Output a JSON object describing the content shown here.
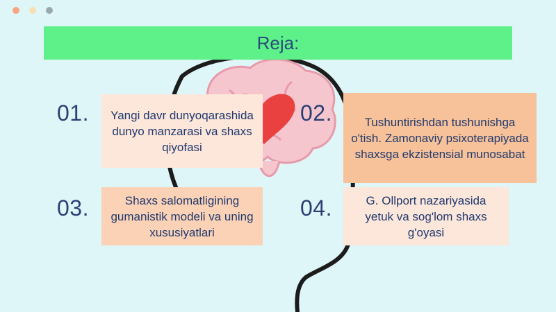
{
  "window": {
    "dots": [
      {
        "name": "close-dot",
        "color": "#f7a483"
      },
      {
        "name": "minimize-dot",
        "color": "#f6dfb3"
      },
      {
        "name": "zoom-dot",
        "color": "#9aa9b0"
      }
    ]
  },
  "slide": {
    "title": "Reja:",
    "items": [
      {
        "number": "01.",
        "text": "Yangi davr dunyoqarashida dunyo manzarasi va shaxs qiyofasi"
      },
      {
        "number": "02.",
        "text": "Tushuntirishdan tushunishga o'tish. Zamonaviy psixoterapiyada shaxsga ekzistensial munosabat"
      },
      {
        "number": "03.",
        "text": "Shaxs salomatligining gumanistik modeli va uning xususiyatlari"
      },
      {
        "number": "04.",
        "text": "G. Ollport nazariyasida yetuk va sog'lom shaxs g'oyasi"
      }
    ]
  },
  "colors": {
    "background": "#dff6f8",
    "title_bar": "#5ef18a",
    "title_text": "#2a4d7a",
    "number_text": "#2a3f72",
    "card_text": "#1f3a6e",
    "card_light": "#fde6da",
    "card_mid": "#fbd2b6",
    "card_strong": "#f7c199",
    "brain": "#f6c6cf",
    "heart": "#e8413f",
    "outline": "#1c1c1c"
  },
  "icons": {
    "illustration": "head-silhouette-brain-heart-icon"
  }
}
